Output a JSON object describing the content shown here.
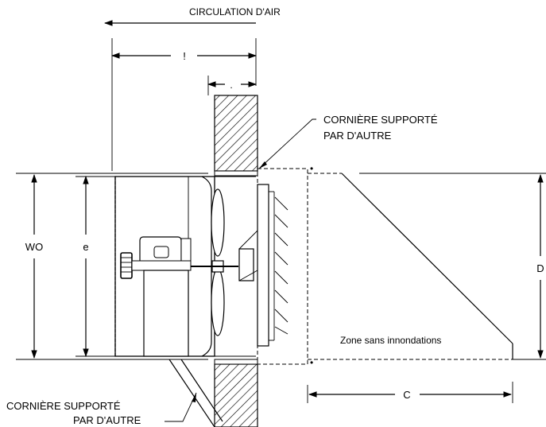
{
  "labels": {
    "airflow": "CIRCULATION D'AIR",
    "dim_top": "!",
    "dim_wall": ".",
    "angle_top_line1": "CORNIÈRE SUPPORTÉ",
    "angle_top_line2": "PAR D'AUTRE",
    "angle_bottom_line1": "CORNIÈRE SUPPORTÉ",
    "angle_bottom_line2": "PAR D'AUTRE",
    "dim_wo": "WO",
    "dim_e": "e",
    "dim_d": "D",
    "dim_c": "C",
    "zone": "Zone sans innondations"
  }
}
